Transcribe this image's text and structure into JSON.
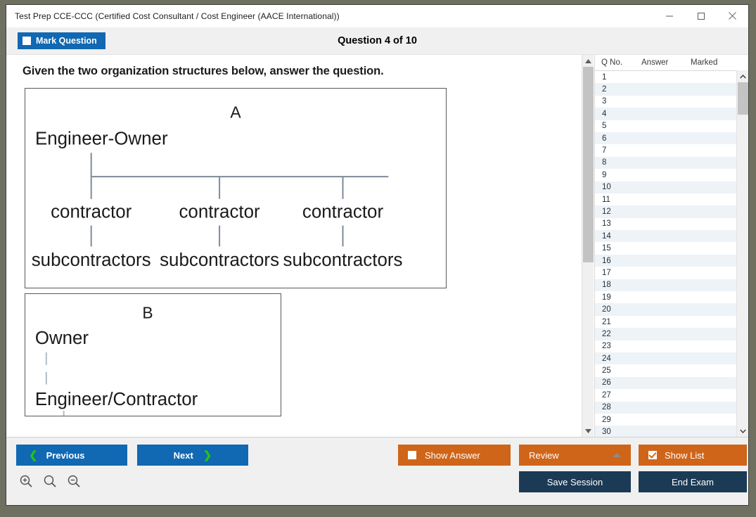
{
  "window": {
    "title": "Test Prep CCE-CCC (Certified Cost Consultant / Cost Engineer (AACE International))",
    "minimize_label": "minimize-icon",
    "maximize_label": "maximize-icon",
    "close_label": "close-icon"
  },
  "toolbar": {
    "mark_question_label": "Mark Question",
    "mark_question_checked": false,
    "question_counter": "Question 4 of 10"
  },
  "question": {
    "prompt": "Given the two organization structures below, answer the question.",
    "diagram_a": {
      "title": "A",
      "root": "Engineer-Owner",
      "level2": [
        "contractor",
        "contractor",
        "contractor"
      ],
      "level3": [
        "subcontractors",
        "subcontractors",
        "subcontractors"
      ]
    },
    "diagram_b": {
      "title": "B",
      "nodes": [
        "Owner",
        "Engineer/Contractor"
      ]
    }
  },
  "question_list": {
    "columns": [
      "Q No.",
      "Answer",
      "Marked"
    ],
    "rows": [
      {
        "no": "1",
        "answer": "",
        "marked": ""
      },
      {
        "no": "2",
        "answer": "",
        "marked": ""
      },
      {
        "no": "3",
        "answer": "",
        "marked": ""
      },
      {
        "no": "4",
        "answer": "",
        "marked": ""
      },
      {
        "no": "5",
        "answer": "",
        "marked": ""
      },
      {
        "no": "6",
        "answer": "",
        "marked": ""
      },
      {
        "no": "7",
        "answer": "",
        "marked": ""
      },
      {
        "no": "8",
        "answer": "",
        "marked": ""
      },
      {
        "no": "9",
        "answer": "",
        "marked": ""
      },
      {
        "no": "10",
        "answer": "",
        "marked": ""
      },
      {
        "no": "11",
        "answer": "",
        "marked": ""
      },
      {
        "no": "12",
        "answer": "",
        "marked": ""
      },
      {
        "no": "13",
        "answer": "",
        "marked": ""
      },
      {
        "no": "14",
        "answer": "",
        "marked": ""
      },
      {
        "no": "15",
        "answer": "",
        "marked": ""
      },
      {
        "no": "16",
        "answer": "",
        "marked": ""
      },
      {
        "no": "17",
        "answer": "",
        "marked": ""
      },
      {
        "no": "18",
        "answer": "",
        "marked": ""
      },
      {
        "no": "19",
        "answer": "",
        "marked": ""
      },
      {
        "no": "20",
        "answer": "",
        "marked": ""
      },
      {
        "no": "21",
        "answer": "",
        "marked": ""
      },
      {
        "no": "22",
        "answer": "",
        "marked": ""
      },
      {
        "no": "23",
        "answer": "",
        "marked": ""
      },
      {
        "no": "24",
        "answer": "",
        "marked": ""
      },
      {
        "no": "25",
        "answer": "",
        "marked": ""
      },
      {
        "no": "26",
        "answer": "",
        "marked": ""
      },
      {
        "no": "27",
        "answer": "",
        "marked": ""
      },
      {
        "no": "28",
        "answer": "",
        "marked": ""
      },
      {
        "no": "29",
        "answer": "",
        "marked": ""
      },
      {
        "no": "30",
        "answer": "",
        "marked": ""
      }
    ]
  },
  "footer": {
    "previous_label": "Previous",
    "next_label": "Next",
    "show_answer_label": "Show Answer",
    "show_answer_checked": false,
    "review_label": "Review",
    "show_list_label": "Show List",
    "show_list_checked": true,
    "save_session_label": "Save Session",
    "end_exam_label": "End Exam",
    "zoom_in_label": "zoom-in-icon",
    "zoom_reset_label": "zoom-reset-icon",
    "zoom_out_label": "zoom-out-icon"
  },
  "colors": {
    "primary_blue": "#1168b3",
    "accent_orange": "#cf6519",
    "navy": "#1b3a55",
    "chevron_green": "#22c514",
    "row_alt": "#eef3f8"
  }
}
